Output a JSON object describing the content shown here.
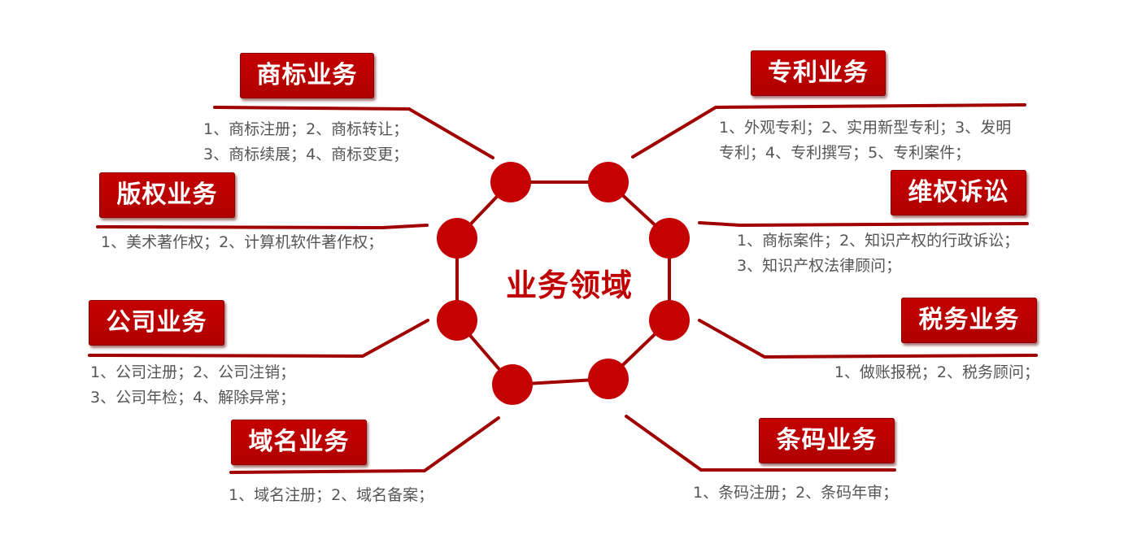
{
  "center": {
    "title": "业务领域"
  },
  "colors": {
    "primary": "#c00000",
    "line": "#a00000",
    "text": "#555555",
    "tag_text": "#ffffff"
  },
  "nodes": [
    {
      "id": "trademark",
      "title": "商标业务",
      "lines": [
        "1、商标注册；2、商标转让；",
        "3、商标续展；4、商标变更；"
      ]
    },
    {
      "id": "patent",
      "title": "专利业务",
      "lines": [
        "1、外观专利；2、实用新型专利；3、发明",
        "专利；4、专利撰写；5、专利案件；"
      ]
    },
    {
      "id": "copyright",
      "title": "版权业务",
      "lines": [
        "1、美术著作权；2、计算机软件著作权；"
      ]
    },
    {
      "id": "litigation",
      "title": "维权诉讼",
      "lines": [
        "1、商标案件；2、知识产权的行政诉讼；",
        "3、知识产权法律顾问；"
      ]
    },
    {
      "id": "company",
      "title": "公司业务",
      "lines": [
        "1、公司注册；2、公司注销；",
        "3、公司年检；4、解除异常；"
      ]
    },
    {
      "id": "tax",
      "title": "税务业务",
      "lines": [
        "1、做账报税；2、税务顾问；"
      ]
    },
    {
      "id": "domain",
      "title": "域名业务",
      "lines": [
        "1、域名注册；2、域名备案；"
      ]
    },
    {
      "id": "barcode",
      "title": "条码业务",
      "lines": [
        "1、条码注册；2、条码年审；"
      ]
    }
  ]
}
